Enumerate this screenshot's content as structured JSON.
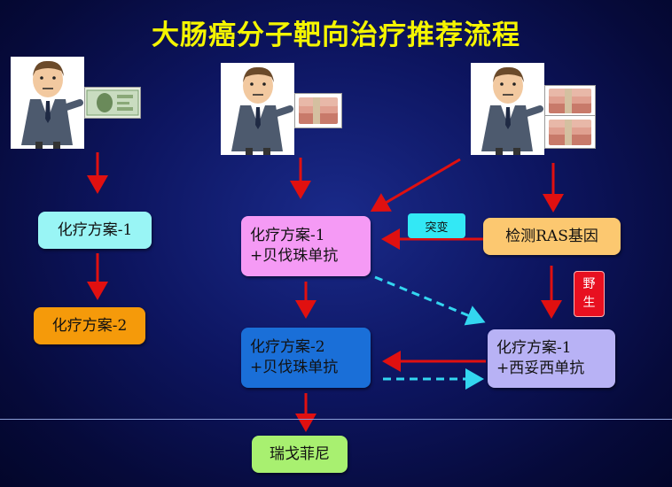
{
  "title": "大肠癌分子靶向治疗推荐流程",
  "boxes": {
    "left1": "化疗方案-1",
    "left2": "化疗方案-2",
    "mid1_line1": "化疗方案-1",
    "mid1_line2": "+贝伐珠单抗",
    "mid2_line1": "化疗方案-2",
    "mid2_line2": "+贝伐珠单抗",
    "ras": "检测RAS基因",
    "right_line1": "化疗方案-1",
    "right_line2": "+西妥西单抗",
    "bottom": "瑞戈菲尼"
  },
  "tags": {
    "mutation": "突变",
    "wild_char1": "野",
    "wild_char2": "生"
  },
  "colors": {
    "title": "#f5f500",
    "cyan_box": "#99f5f5",
    "orange_box": "#f59a0a",
    "pink_box": "#f59af5",
    "blue_box": "#1a6fd8",
    "light_orange_box": "#fcc870",
    "lavender_box": "#b8b2f5",
    "green_box": "#a8f070",
    "red_arrow": "#e01010",
    "cyan_dashed": "#33d6f0"
  },
  "icons": [
    "businessman-icon",
    "banknote-icon",
    "money-stack-icon"
  ]
}
